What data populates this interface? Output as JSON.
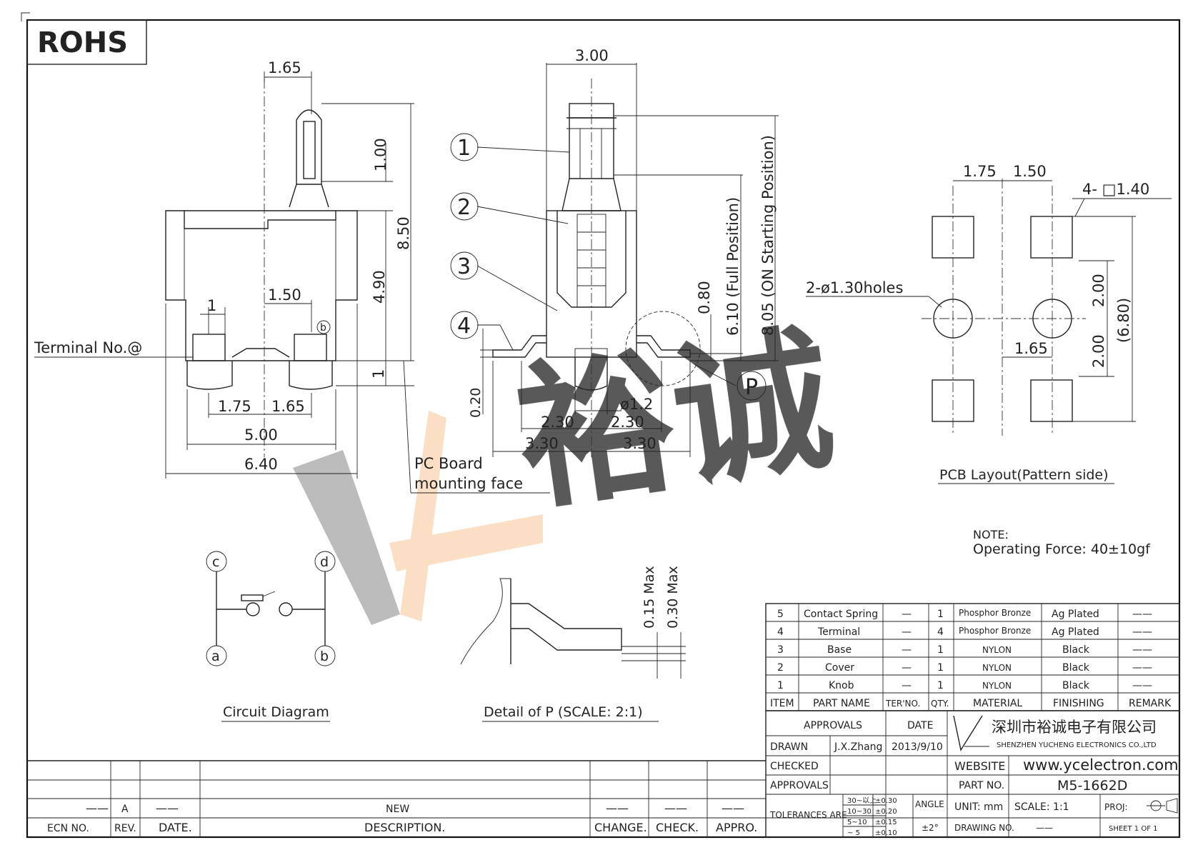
{
  "header": {
    "rohs": "ROHS"
  },
  "side_view": {
    "dim_top": "1.65",
    "dim_1_00": "1.00",
    "dim_8_50": "8.50",
    "dim_4_90": "4.90",
    "dim_1": "1",
    "dim_1_50": "1.50",
    "dim_term_1": "1",
    "terminal_label": "Terminal No.@",
    "term_b": "b",
    "dim_1_75": "1.75",
    "dim_1_65b": "1.65",
    "dim_5_00": "5.00",
    "dim_6_40": "6.40",
    "pcb_label_1": "PC Board",
    "pcb_label_2": "mounting face"
  },
  "front_view": {
    "dim_3_00": "3.00",
    "balloons": [
      "1",
      "2",
      "3",
      "4"
    ],
    "dim_0_80": "0.80",
    "dim_6_10": "6.10 (Full Position)",
    "dim_8_05": "8.05 (ON Starting Position)",
    "dim_0_20": "0.20",
    "dim_phi": "ø1.2",
    "dim_2_30a": "2.30",
    "dim_2_30b": "2.30",
    "dim_3_30a": "3.30",
    "dim_3_30b": "3.30",
    "detail_tag": "P"
  },
  "pcb_layout": {
    "dim_1_75": "1.75",
    "dim_1_50": "1.50",
    "pad_note": "4- □1.40",
    "holes_note": "2-ø1.30holes",
    "dim_2_00a": "2.00",
    "dim_2_00b": "2.00",
    "dim_6_80": "(6.80)",
    "dim_1_65": "1.65",
    "caption": "PCB Layout(Pattern side)"
  },
  "note": {
    "title": "NOTE:",
    "text": "Operating Force: 40±10gf"
  },
  "circuit": {
    "caption": "Circuit Diagram",
    "nodes": [
      "c",
      "d",
      "a",
      "b"
    ]
  },
  "detail": {
    "caption": "Detail of P (SCALE: 2:1)",
    "dim_015": "0.15 Max",
    "dim_030": "0.30 Max"
  },
  "bom": {
    "rows": [
      {
        "item": "5",
        "name": "Contact Spring",
        "ter": "—",
        "qty": "1",
        "material": "Phosphor Bronze",
        "finish": "Ag Plated",
        "remark": "——"
      },
      {
        "item": "4",
        "name": "Terminal",
        "ter": "—",
        "qty": "4",
        "material": "Phosphor Bronze",
        "finish": "Ag Plated",
        "remark": "——"
      },
      {
        "item": "3",
        "name": "Base",
        "ter": "—",
        "qty": "1",
        "material": "NYLON",
        "finish": "Black",
        "remark": "——"
      },
      {
        "item": "2",
        "name": "Cover",
        "ter": "—",
        "qty": "1",
        "material": "NYLON",
        "finish": "Black",
        "remark": "——"
      },
      {
        "item": "1",
        "name": "Knob",
        "ter": "—",
        "qty": "1",
        "material": "NYLON",
        "finish": "Black",
        "remark": "——"
      }
    ],
    "headers": [
      "ITEM",
      "PART NAME",
      "TER'NO.",
      "QTY.",
      "MATERIAL",
      "FINISHING",
      "REMARK"
    ]
  },
  "title_block": {
    "approvals": "APPROVALS",
    "date": "DATE",
    "drawn": "DRAWN",
    "drawn_by": "J.X.Zhang",
    "drawn_date": "2013/9/10",
    "checked": "CHECKED",
    "approvals2": "APPROVALS",
    "company_cn": "深圳市裕诚电子有限公司",
    "company_en": "SHENZHEN YUCHENG ELECTRONICS CO.,LTD",
    "website_label": "WEBSITE",
    "website": "www.ycelectron.com",
    "part_no_label": "PART NO.",
    "part_no": "M5-1662D",
    "tol_label": "TOLERANCES ARE",
    "tol_ranges": [
      "30~以上",
      "10~30",
      "5~10",
      "~ 5"
    ],
    "tol_values": [
      "±0.30",
      "±0.20",
      "±0.15",
      "±0.10"
    ],
    "angle_label": "ANGLE",
    "angle_value": "±2°",
    "unit": "UNIT: mm",
    "scale": "SCALE: 1:1",
    "proj": "PROJ:",
    "drawing_no": "DRAWING NO.",
    "drawing_no_value": "——",
    "sheet": "SHEET 1 OF 1"
  },
  "revision": {
    "ecn": "ECN NO.",
    "rev": "REV.",
    "date": "DATE.",
    "desc": "DESCRIPTION.",
    "change": "CHANGE.",
    "check": "CHECK.",
    "appro": "APPRO.",
    "row_rev": "A",
    "row_desc": "NEW",
    "row_dash": "——"
  },
  "watermark": {
    "text": "裕诚"
  },
  "colors": {
    "line": "#222222",
    "watermark_green": "#cfe8c6",
    "watermark_gray": "#9a9a9a",
    "watermark_orange": "#f6c9a0"
  }
}
